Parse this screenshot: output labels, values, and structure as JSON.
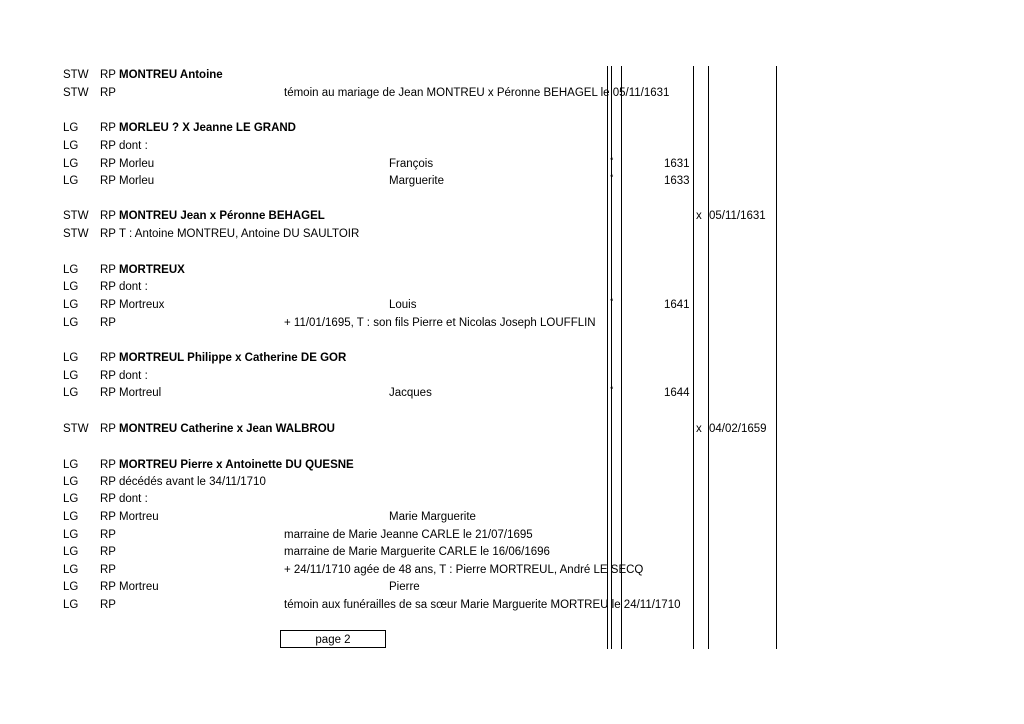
{
  "rows": [
    {
      "src": "STW",
      "rp": "RP",
      "name": "MONTREU Antoine",
      "bold": true,
      "desc": "",
      "first": "",
      "deg": "",
      "year": "",
      "x": "",
      "date": ""
    },
    {
      "src": "STW",
      "rp": "RP",
      "name": "",
      "bold": false,
      "desc": "témoin au mariage de Jean MONTREU x Péronne BEHAGEL le 05/11/1631",
      "first": "",
      "deg": "",
      "year": "",
      "x": "",
      "date": ""
    },
    {
      "src": "LG",
      "rp": "RP",
      "name": "MORLEU ? X Jeanne LE GRAND",
      "bold": true,
      "desc": "",
      "first": "",
      "deg": "",
      "year": "",
      "x": "",
      "date": ""
    },
    {
      "src": "LG",
      "rp": "RP",
      "name": "dont :",
      "bold": false,
      "desc": "",
      "first": "",
      "deg": "",
      "year": "",
      "x": "",
      "date": ""
    },
    {
      "src": "LG",
      "rp": "RP",
      "name": "Morleu",
      "bold": false,
      "desc": "",
      "first": "François",
      "deg": "°",
      "year": "1631",
      "x": "",
      "date": ""
    },
    {
      "src": "LG",
      "rp": "RP",
      "name": "Morleu",
      "bold": false,
      "desc": "",
      "first": "Marguerite",
      "deg": "°",
      "year": "1633",
      "x": "",
      "date": ""
    },
    {
      "src": "STW",
      "rp": "RP",
      "name": "MONTREU Jean x Péronne BEHAGEL",
      "bold": true,
      "desc": "",
      "first": "",
      "deg": "",
      "year": "",
      "x": "x",
      "date": "05/11/1631"
    },
    {
      "src": "STW",
      "rp": "RP",
      "name": "T : Antoine MONTREU, Antoine DU SAULTOIR",
      "bold": false,
      "desc": "",
      "first": "",
      "deg": "",
      "year": "",
      "x": "",
      "date": ""
    },
    {
      "src": "LG",
      "rp": "RP",
      "name": "MORTREUX",
      "bold": true,
      "desc": "",
      "first": "",
      "deg": "",
      "year": "",
      "x": "",
      "date": ""
    },
    {
      "src": "LG",
      "rp": "RP",
      "name": "dont :",
      "bold": false,
      "desc": "",
      "first": "",
      "deg": "",
      "year": "",
      "x": "",
      "date": ""
    },
    {
      "src": "LG",
      "rp": "RP",
      "name": "Mortreux",
      "bold": false,
      "desc": "",
      "first": "Louis",
      "deg": "°",
      "year": "1641",
      "x": "",
      "date": ""
    },
    {
      "src": "LG",
      "rp": "RP",
      "name": "",
      "bold": false,
      "desc": "+ 11/01/1695, T : son fils Pierre et Nicolas Joseph LOUFFLIN",
      "first": "",
      "deg": "",
      "year": "",
      "x": "",
      "date": ""
    },
    {
      "src": "LG",
      "rp": "RP",
      "name": "MORTREUL Philippe x Catherine DE GOR",
      "bold": true,
      "desc": "",
      "first": "",
      "deg": "",
      "year": "",
      "x": "",
      "date": ""
    },
    {
      "src": "LG",
      "rp": "RP",
      "name": "dont :",
      "bold": false,
      "desc": "",
      "first": "",
      "deg": "",
      "year": "",
      "x": "",
      "date": ""
    },
    {
      "src": "LG",
      "rp": "RP",
      "name": "Mortreul",
      "bold": false,
      "desc": "",
      "first": "Jacques",
      "deg": "°",
      "year": "1644",
      "x": "",
      "date": ""
    },
    {
      "src": "STW",
      "rp": "RP",
      "name": "MONTREU Catherine x Jean WALBROU",
      "bold": true,
      "desc": "",
      "first": "",
      "deg": "",
      "year": "",
      "x": "x",
      "date": "04/02/1659"
    },
    {
      "src": "LG",
      "rp": "RP",
      "name": "MORTREU Pierre x Antoinette DU QUESNE",
      "bold": true,
      "desc": "",
      "first": "",
      "deg": "",
      "year": "",
      "x": "",
      "date": ""
    },
    {
      "src": "LG",
      "rp": "RP",
      "name": "décédés avant le 34/11/1710",
      "bold": false,
      "desc": "",
      "first": "",
      "deg": "",
      "year": "",
      "x": "",
      "date": ""
    },
    {
      "src": "LG",
      "rp": "RP",
      "name": "dont :",
      "bold": false,
      "desc": "",
      "first": "",
      "deg": "",
      "year": "",
      "x": "",
      "date": ""
    },
    {
      "src": "LG",
      "rp": "RP",
      "name": "Mortreu",
      "bold": false,
      "desc": "",
      "first": "Marie Marguerite",
      "deg": "",
      "year": "",
      "x": "",
      "date": ""
    },
    {
      "src": "LG",
      "rp": "RP",
      "name": "",
      "bold": false,
      "desc": "marraine de Marie Jeanne CARLE le 21/07/1695",
      "first": "",
      "deg": "",
      "year": "",
      "x": "",
      "date": ""
    },
    {
      "src": "LG",
      "rp": "RP",
      "name": "",
      "bold": false,
      "desc": "marraine de Marie Marguerite CARLE le 16/06/1696",
      "first": "",
      "deg": "",
      "year": "",
      "x": "",
      "date": ""
    },
    {
      "src": "LG",
      "rp": "RP",
      "name": "",
      "bold": false,
      "desc": "+ 24/11/1710 agée de 48 ans, T : Pierre MORTREUL, André LE SECQ",
      "first": "",
      "deg": "",
      "year": "",
      "x": "",
      "date": ""
    },
    {
      "src": "LG",
      "rp": "RP",
      "name": "Mortreu",
      "bold": false,
      "desc": "",
      "first": "Pierre",
      "deg": "",
      "year": "",
      "x": "",
      "date": ""
    },
    {
      "src": "LG",
      "rp": "RP",
      "name": "",
      "bold": false,
      "desc": "témoin aux funérailles de sa sœur Marie Marguerite MORTREU le 24/11/1710",
      "first": "",
      "deg": "",
      "year": "",
      "x": "",
      "date": ""
    }
  ],
  "footer": {
    "page_label": "page 2"
  }
}
